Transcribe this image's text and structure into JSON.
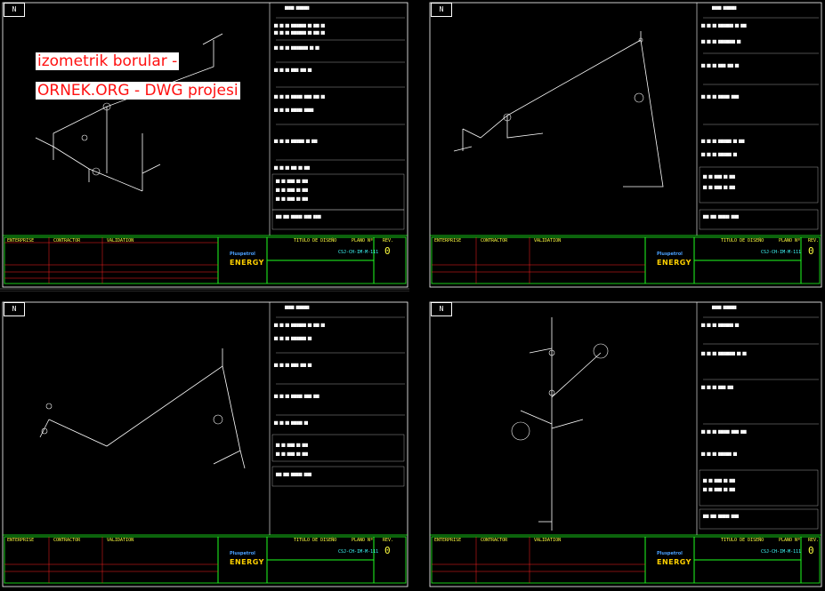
{
  "overlay": {
    "line1": "izometrik borular -",
    "line2": "ORNEK.ORG - DWG projesi"
  },
  "sheet": {
    "north_label": "N",
    "title_block": {
      "col_headers": [
        "ENTERPRISE",
        "CONTRACTOR",
        "VALIDATION"
      ],
      "title_label": "TITULO DE DISEÑO",
      "plan_label": "PLANO Nº",
      "rev_label": "REV.",
      "rev_value": "0",
      "logo_line1": "Pluspetrol",
      "logo_line2": "ENERGY",
      "drawing_number": "CSJ-CH-IM-M-111"
    },
    "sections": [
      "PIPING MATERIAL",
      "FITTINGS",
      "FLANGES",
      "GASKETS",
      "BOLTS",
      "CUT PIECE LIST",
      "WELD LIST"
    ]
  },
  "colors": {
    "frame": "#ffffff",
    "titleblock": "#20ff20",
    "red": "#ff2020",
    "yellow": "#ffff40",
    "cyan": "#40ffff",
    "pipe": "#ffffff"
  },
  "icons": [
    "north-arrow-icon",
    "valve-icon",
    "elbow-icon",
    "flange-icon",
    "instrument-bubble-icon"
  ]
}
